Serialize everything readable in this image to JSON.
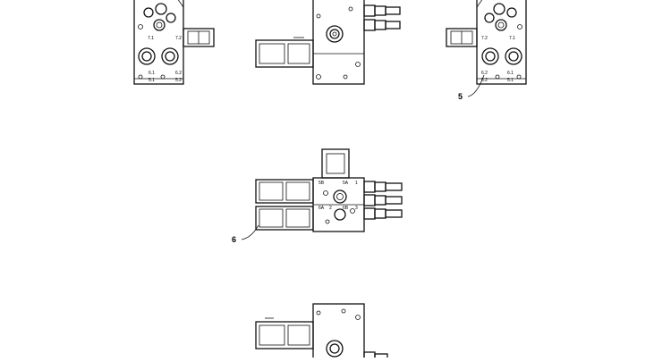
{
  "diagram": {
    "callouts": [
      {
        "id": "5",
        "label": "5"
      },
      {
        "id": "6",
        "label": "6"
      }
    ],
    "port_labels": {
      "left_view": [
        "7.1",
        "7.2",
        "6.1",
        "6.2",
        "5.1",
        "5.2"
      ],
      "right_view": [
        "7.2",
        "7.1",
        "6.2",
        "6.1",
        "5.2",
        "5.1"
      ],
      "center_view": [
        "5B",
        "5A",
        "1",
        "6A",
        "2",
        "6B",
        "3"
      ]
    }
  }
}
